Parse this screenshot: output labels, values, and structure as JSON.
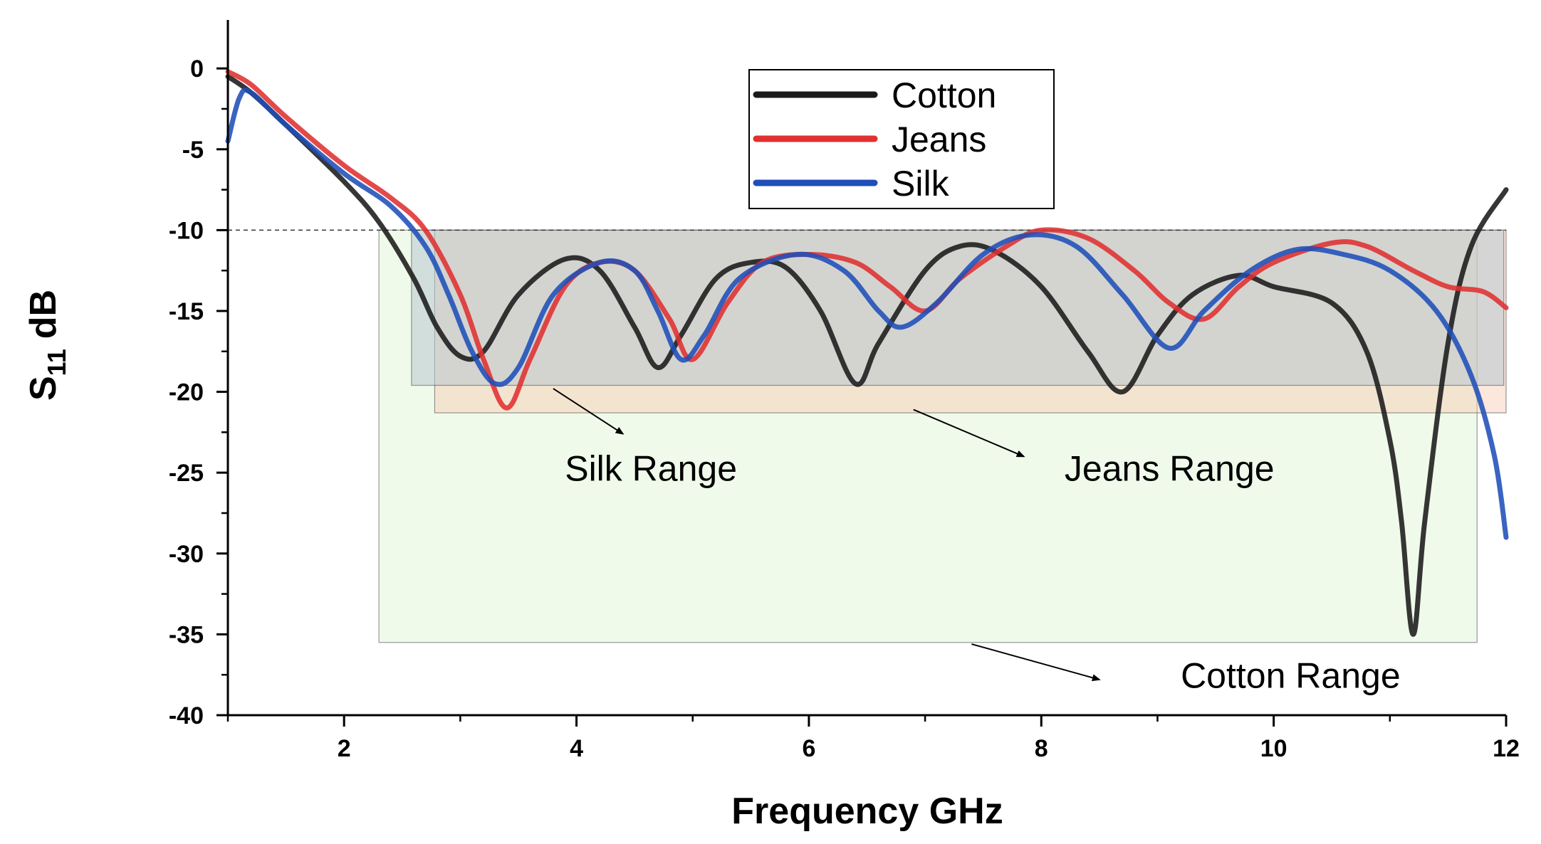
{
  "chart_data": {
    "type": "line",
    "title": "",
    "xlabel": "Frequency GHz",
    "ylabel_main": "S",
    "ylabel_sub": "11",
    "ylabel_unit": "dB",
    "xlim": [
      1,
      12
    ],
    "ylim": [
      -40,
      3
    ],
    "xticks": [
      2,
      4,
      6,
      8,
      10,
      12
    ],
    "yticks": [
      0,
      -5,
      -10,
      -15,
      -20,
      -25,
      -30,
      -35,
      -40
    ],
    "reference_line": -10,
    "legend": {
      "placement": "top-center"
    },
    "series": [
      {
        "name": "Cotton",
        "color": "#1a1a1a",
        "points": [
          [
            1.0,
            -0.5
          ],
          [
            1.2,
            -1.5
          ],
          [
            1.5,
            -3.5
          ],
          [
            2.0,
            -7.0
          ],
          [
            2.3,
            -9.5
          ],
          [
            2.6,
            -13.0
          ],
          [
            2.8,
            -16.0
          ],
          [
            3.0,
            -17.8
          ],
          [
            3.2,
            -17.5
          ],
          [
            3.5,
            -14.0
          ],
          [
            3.9,
            -11.8
          ],
          [
            4.2,
            -12.5
          ],
          [
            4.5,
            -16.0
          ],
          [
            4.7,
            -18.5
          ],
          [
            4.9,
            -16.5
          ],
          [
            5.2,
            -13.0
          ],
          [
            5.5,
            -12.0
          ],
          [
            5.8,
            -12.3
          ],
          [
            6.1,
            -15.0
          ],
          [
            6.4,
            -19.5
          ],
          [
            6.6,
            -17.0
          ],
          [
            7.0,
            -12.5
          ],
          [
            7.3,
            -11.0
          ],
          [
            7.6,
            -11.3
          ],
          [
            8.0,
            -13.5
          ],
          [
            8.4,
            -17.5
          ],
          [
            8.7,
            -20.0
          ],
          [
            9.0,
            -16.5
          ],
          [
            9.3,
            -14.0
          ],
          [
            9.7,
            -12.8
          ],
          [
            10.0,
            -13.5
          ],
          [
            10.5,
            -14.5
          ],
          [
            10.8,
            -17.5
          ],
          [
            11.0,
            -23.0
          ],
          [
            11.1,
            -28.0
          ],
          [
            11.2,
            -35.0
          ],
          [
            11.3,
            -28.0
          ],
          [
            11.5,
            -17.0
          ],
          [
            11.7,
            -11.0
          ],
          [
            12.0,
            -7.5
          ]
        ]
      },
      {
        "name": "Jeans",
        "color": "#e03030",
        "points": [
          [
            1.0,
            -0.2
          ],
          [
            1.2,
            -1.0
          ],
          [
            1.5,
            -3.0
          ],
          [
            2.0,
            -6.0
          ],
          [
            2.4,
            -8.0
          ],
          [
            2.7,
            -10.0
          ],
          [
            3.0,
            -14.0
          ],
          [
            3.2,
            -18.0
          ],
          [
            3.4,
            -21.0
          ],
          [
            3.6,
            -18.0
          ],
          [
            3.9,
            -13.5
          ],
          [
            4.2,
            -12.0
          ],
          [
            4.5,
            -12.5
          ],
          [
            4.8,
            -15.5
          ],
          [
            5.0,
            -18.0
          ],
          [
            5.3,
            -14.5
          ],
          [
            5.6,
            -12.0
          ],
          [
            6.0,
            -11.5
          ],
          [
            6.4,
            -12.0
          ],
          [
            6.7,
            -13.5
          ],
          [
            7.0,
            -15.0
          ],
          [
            7.3,
            -13.0
          ],
          [
            7.7,
            -11.0
          ],
          [
            8.0,
            -10.0
          ],
          [
            8.4,
            -10.5
          ],
          [
            8.8,
            -12.5
          ],
          [
            9.1,
            -14.5
          ],
          [
            9.4,
            -15.5
          ],
          [
            9.7,
            -13.5
          ],
          [
            10.0,
            -12.0
          ],
          [
            10.5,
            -10.8
          ],
          [
            10.8,
            -11.0
          ],
          [
            11.2,
            -12.5
          ],
          [
            11.5,
            -13.5
          ],
          [
            11.8,
            -13.8
          ],
          [
            12.0,
            -14.8
          ]
        ]
      },
      {
        "name": "Silk",
        "color": "#1f4fb8",
        "points": [
          [
            1.0,
            -4.5
          ],
          [
            1.1,
            -1.8
          ],
          [
            1.2,
            -1.5
          ],
          [
            1.5,
            -3.5
          ],
          [
            2.0,
            -6.5
          ],
          [
            2.4,
            -8.5
          ],
          [
            2.7,
            -11.0
          ],
          [
            2.9,
            -14.0
          ],
          [
            3.1,
            -17.5
          ],
          [
            3.3,
            -19.5
          ],
          [
            3.5,
            -18.5
          ],
          [
            3.8,
            -14.0
          ],
          [
            4.2,
            -12.0
          ],
          [
            4.5,
            -12.5
          ],
          [
            4.7,
            -15.0
          ],
          [
            4.9,
            -18.0
          ],
          [
            5.1,
            -16.5
          ],
          [
            5.4,
            -13.0
          ],
          [
            5.9,
            -11.5
          ],
          [
            6.3,
            -12.5
          ],
          [
            6.6,
            -15.0
          ],
          [
            6.8,
            -16.0
          ],
          [
            7.1,
            -14.5
          ],
          [
            7.5,
            -11.5
          ],
          [
            7.9,
            -10.3
          ],
          [
            8.3,
            -11.0
          ],
          [
            8.7,
            -14.0
          ],
          [
            9.1,
            -17.3
          ],
          [
            9.4,
            -15.0
          ],
          [
            9.8,
            -12.5
          ],
          [
            10.2,
            -11.2
          ],
          [
            10.6,
            -11.5
          ],
          [
            11.0,
            -12.5
          ],
          [
            11.4,
            -15.0
          ],
          [
            11.7,
            -19.0
          ],
          [
            11.9,
            -24.0
          ],
          [
            12.0,
            -29.0
          ]
        ]
      }
    ],
    "ranges": [
      {
        "name": "Cotton Range",
        "x": [
          2.3,
          11.75
        ],
        "y": [
          -10,
          -35.5
        ],
        "fill": "#e2f5d8",
        "alpha": 0.5
      },
      {
        "name": "Jeans Range",
        "x": [
          2.78,
          12.0
        ],
        "y": [
          -10,
          -21.3
        ],
        "fill": "#f7c9b0",
        "alpha": 0.45
      },
      {
        "name": "Silk Range",
        "x": [
          2.58,
          11.98
        ],
        "y": [
          -10,
          -19.6
        ],
        "fill": "#b8c7d0",
        "alpha": 0.55
      }
    ],
    "annotations": [
      {
        "text": "Silk Range",
        "label_at": [
          3.9,
          -25.5
        ],
        "arrow_from": [
          3.8,
          -19.8
        ],
        "arrow_to": [
          4.4,
          -22.6
        ]
      },
      {
        "text": "Jeans Range",
        "label_at": [
          8.2,
          -25.5
        ],
        "arrow_from": [
          6.9,
          -21.1
        ],
        "arrow_to": [
          7.85,
          -24.0
        ]
      },
      {
        "text": "Cotton Range",
        "label_at": [
          9.2,
          -38.3
        ],
        "arrow_from": [
          7.4,
          -35.6
        ],
        "arrow_to": [
          8.5,
          -37.8
        ]
      }
    ]
  }
}
